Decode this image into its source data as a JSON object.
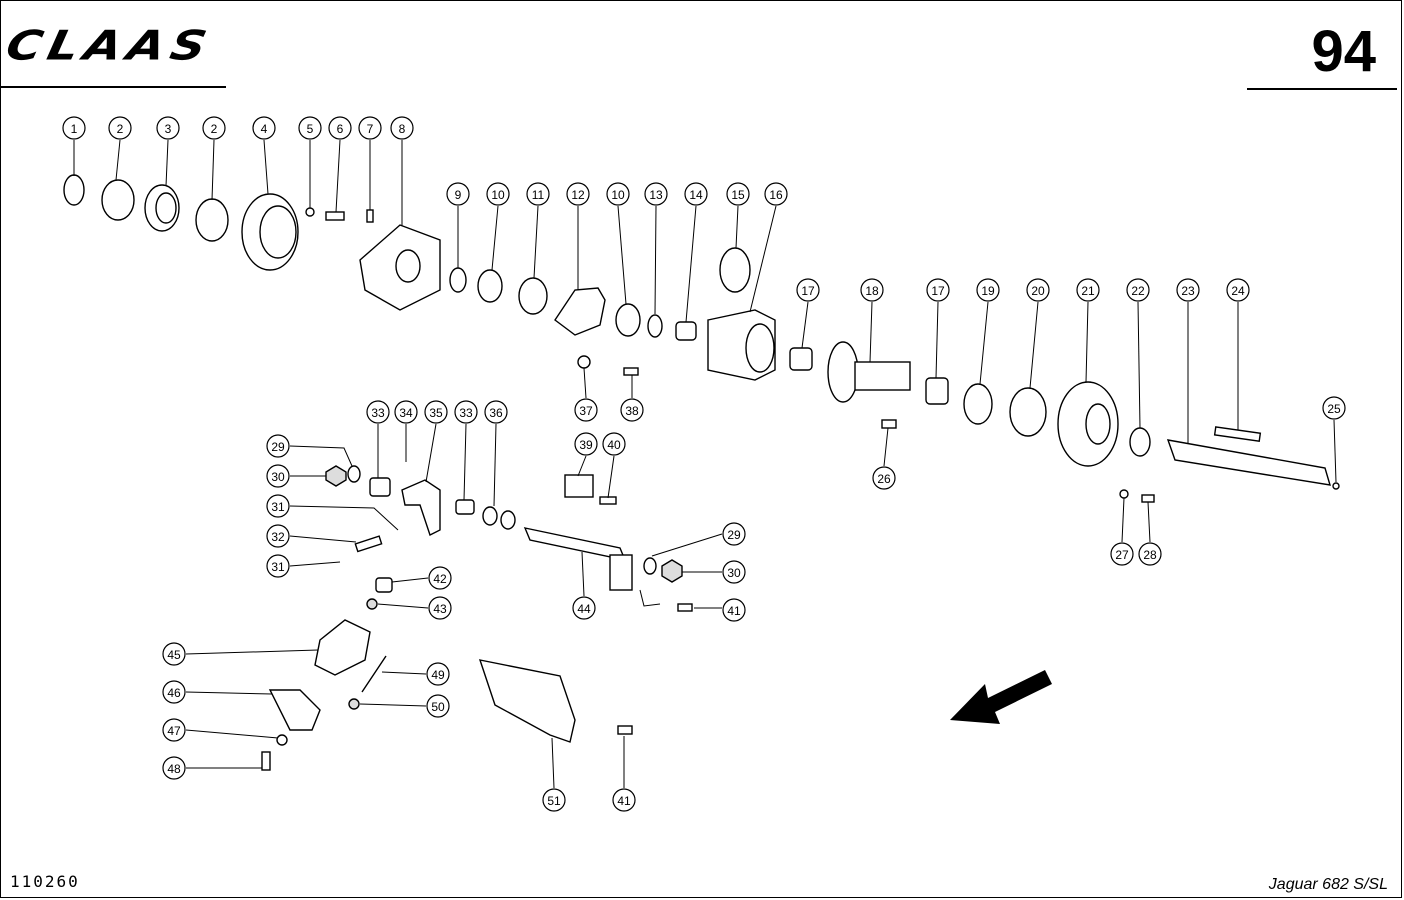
{
  "header": {
    "brand": "CLAAS",
    "page_number": "94"
  },
  "footer": {
    "document_code": "110260",
    "model": "Jaguar 682 S/SL"
  },
  "callouts": [
    "1",
    "2",
    "3",
    "2",
    "4",
    "5",
    "6",
    "7",
    "8",
    "9",
    "10",
    "11",
    "12",
    "10",
    "13",
    "14",
    "15",
    "16",
    "17",
    "18",
    "17",
    "19",
    "20",
    "21",
    "22",
    "23",
    "24",
    "25",
    "26",
    "27",
    "28",
    "29",
    "30",
    "31",
    "32",
    "31",
    "33",
    "34",
    "35",
    "33",
    "36",
    "37",
    "38",
    "39",
    "40",
    "29",
    "30",
    "41",
    "42",
    "43",
    "44",
    "45",
    "46",
    "47",
    "48",
    "49",
    "50",
    "51",
    "41"
  ]
}
